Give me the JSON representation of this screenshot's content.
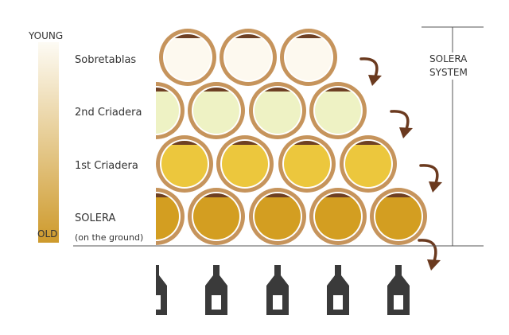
{
  "gradient": {
    "top_label": "YOUNG",
    "bottom_label": "OLD",
    "top_color": "#FDFBF4",
    "bottom_color": "#CE9A2C"
  },
  "tiers": [
    {
      "label": "Sobretablas",
      "note": "",
      "barrels": 3,
      "wine_color": "#FDF9EF"
    },
    {
      "label": "2nd Criadera",
      "note": "",
      "barrels": 4,
      "wine_color": "#EEF2C4"
    },
    {
      "label": "1st Criadera",
      "note": "",
      "barrels": 4,
      "wine_color": "#ECC73D"
    },
    {
      "label": "SOLERA",
      "note": "(on the ground)",
      "barrels": 5,
      "wine_color": "#D39E21"
    }
  ],
  "system_label": [
    "SOLERA",
    "SYSTEM"
  ],
  "bottles": 5,
  "colors": {
    "barrel_wood": "#C6945C",
    "barrel_gap": "#FFFFFF",
    "wine_top": "#6E4024",
    "arrow": "#6B3A1F",
    "bottle": "#3A3A3A",
    "line": "#555555"
  }
}
